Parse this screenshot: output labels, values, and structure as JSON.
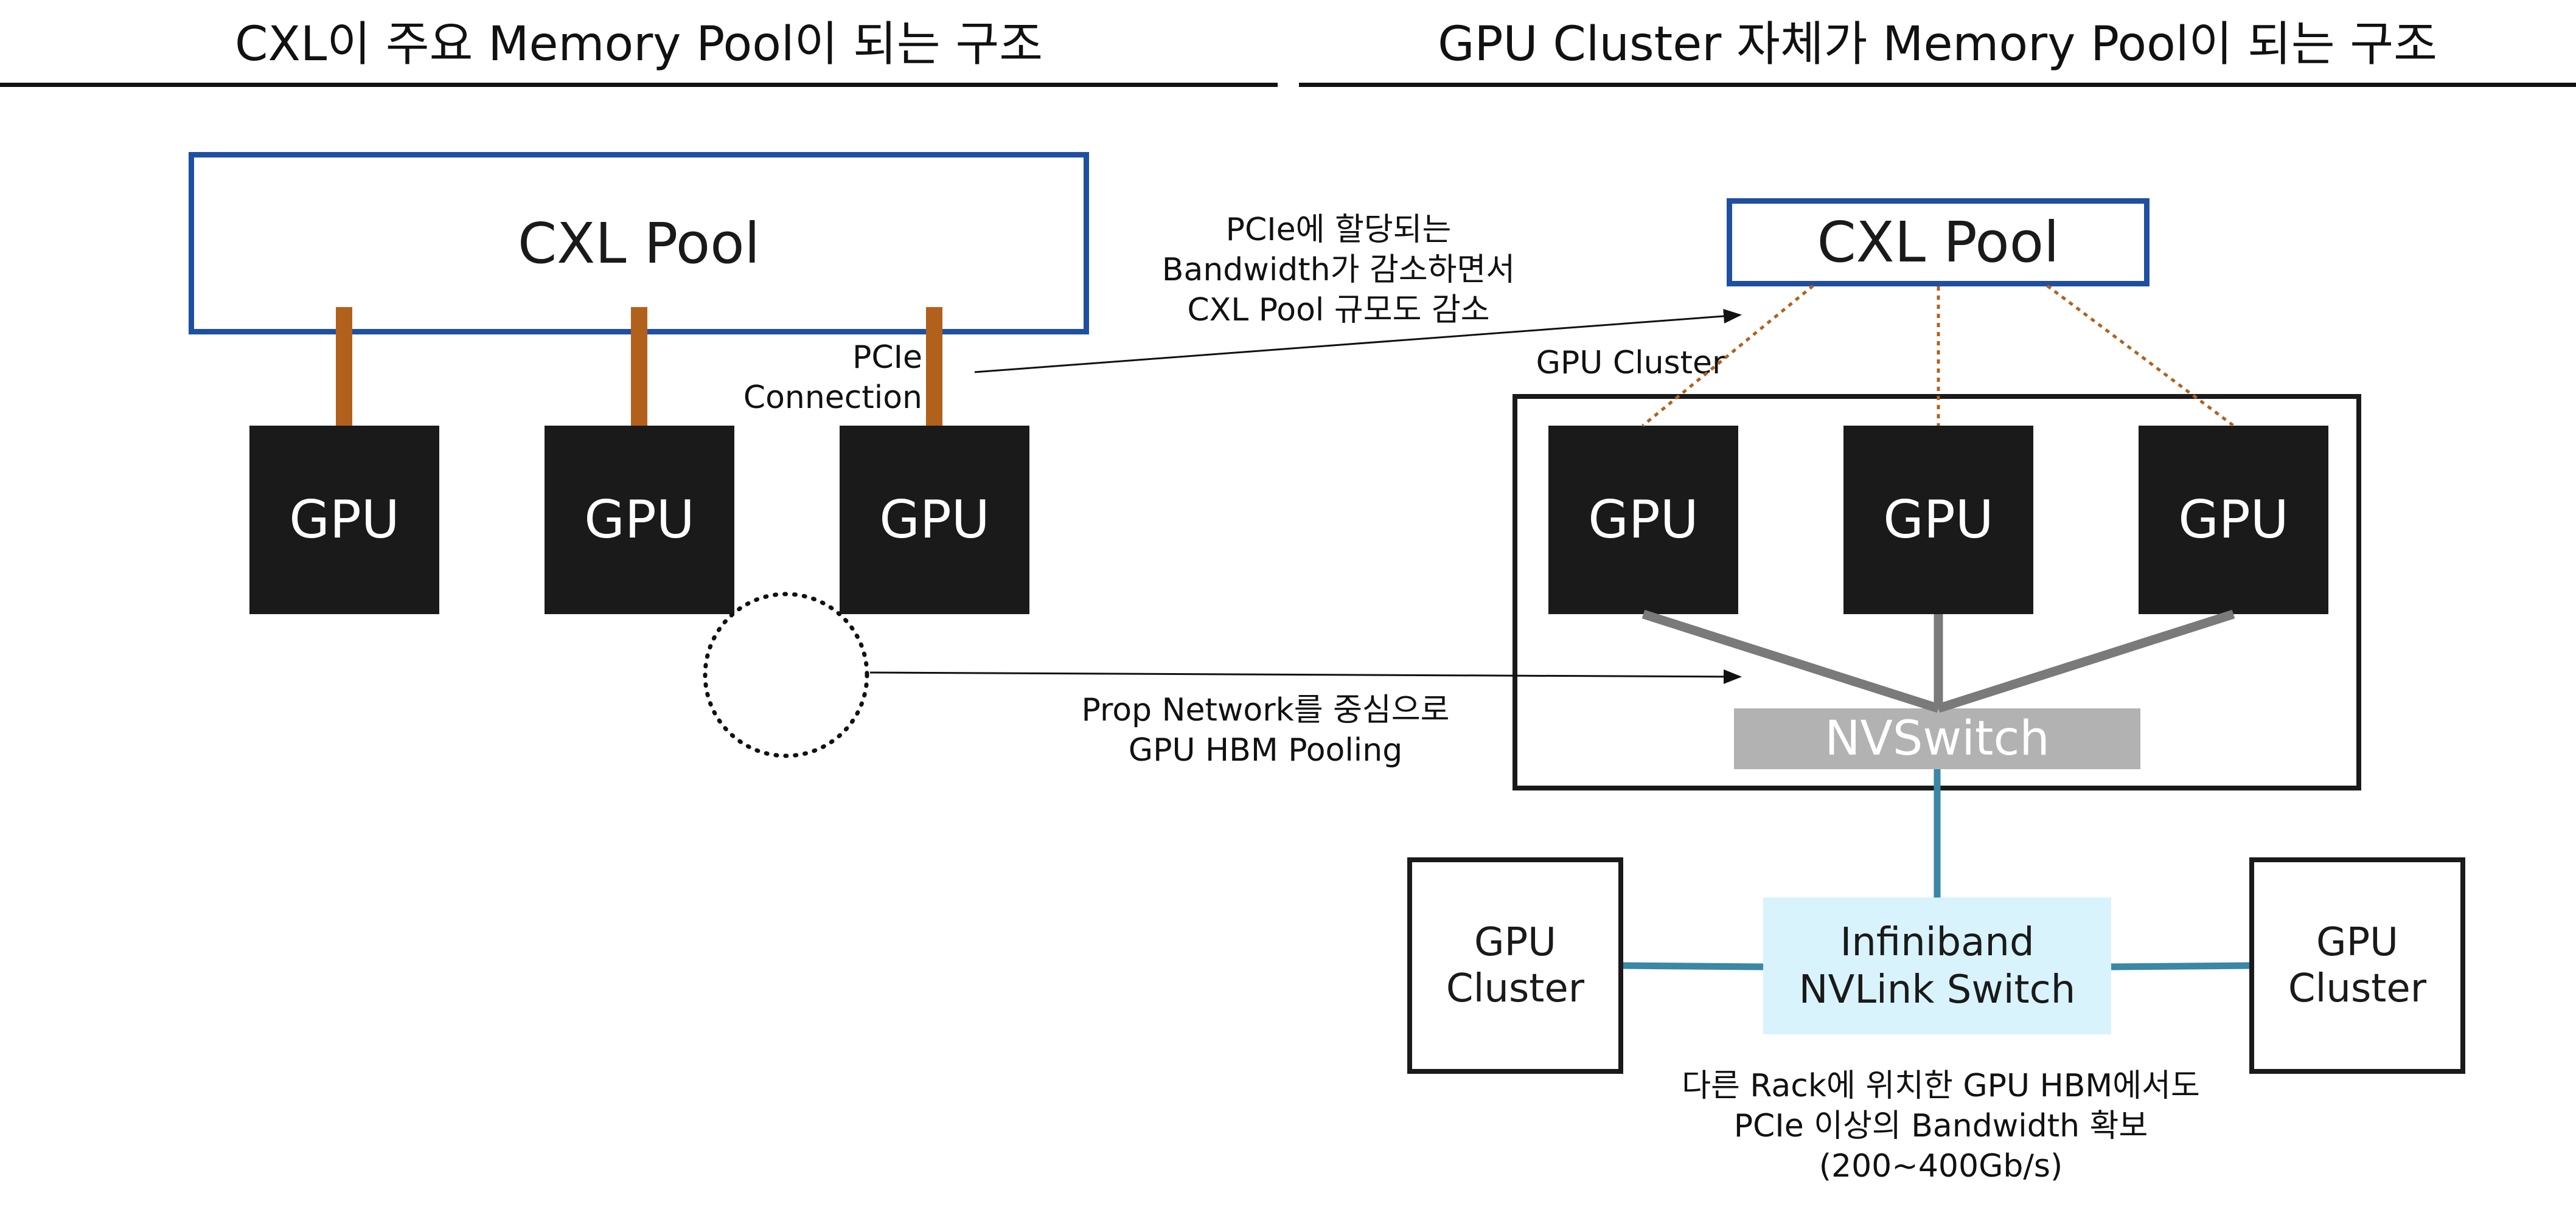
{
  "left_panel": {
    "title": "CXL이 주요 Memory Pool이 되는 구조",
    "pool_label": "CXL Pool",
    "gpus": [
      "GPU",
      "GPU",
      "GPU"
    ],
    "connection_label": [
      "PCIe",
      "Connection"
    ]
  },
  "right_panel": {
    "title": "GPU Cluster 자체가 Memory Pool이 되는 구조",
    "pool_label": "CXL Pool",
    "cluster_label": "GPU Cluster",
    "gpus": [
      "GPU",
      "GPU",
      "GPU"
    ],
    "nvswitch_label": "NVSwitch",
    "left_cluster": [
      "GPU",
      "Cluster"
    ],
    "right_cluster": [
      "GPU",
      "Cluster"
    ],
    "infiniband_switch": [
      "Infiniband",
      "NVLink Switch"
    ],
    "bottom_note": [
      "다른 Rack에 위치한 GPU HBM에서도",
      "PCIe 이상의 Bandwidth 확보",
      "(200~400Gb/s)"
    ]
  },
  "annotations": {
    "pcie_note": [
      "PCIe에 할당되는",
      "Bandwidth가 감소하면서",
      "CXL Pool 규모도 감소"
    ],
    "network_note": [
      "Prop Network를 중심으로",
      "GPU HBM Pooling"
    ]
  },
  "colors": {
    "pool_border": "#1f4fa2",
    "pcie_connector": "#b2611d",
    "gpu_fill": "#1a1a1a",
    "nvswitch_fill": "#b2b2b2",
    "nvlink_line": "#7a7a7a",
    "infiniband_line": "#3a87a6",
    "infiniband_fill": "#d8f3fb"
  }
}
